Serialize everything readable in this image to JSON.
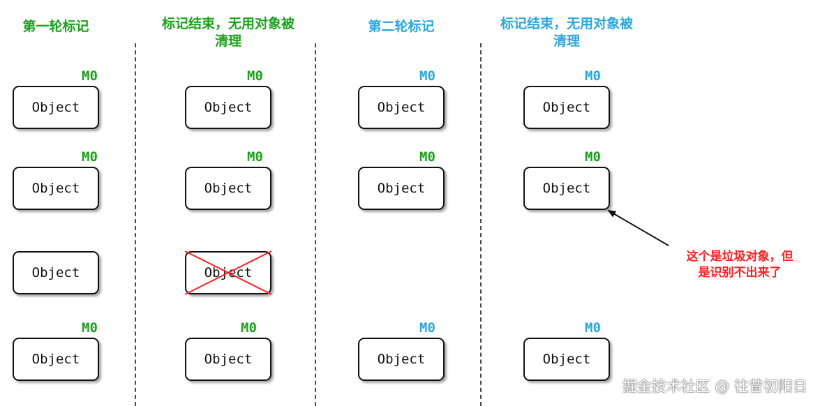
{
  "colors": {
    "green": "#1aa21a",
    "blue": "#29a7e0",
    "red": "#ff2020"
  },
  "columns": [
    {
      "title": "第一轮标记"
    },
    {
      "title": "标记结束，无用对象被\n清理"
    },
    {
      "title": "第二轮标记"
    },
    {
      "title": "标记结束，无用对象被\n清理"
    }
  ],
  "object_label": "Object",
  "mark_label": "M0",
  "annotation": "这个是垃圾对象，但\n是识别不出来了",
  "watermark": "掘金技术社区 @ 往昔初阳日"
}
